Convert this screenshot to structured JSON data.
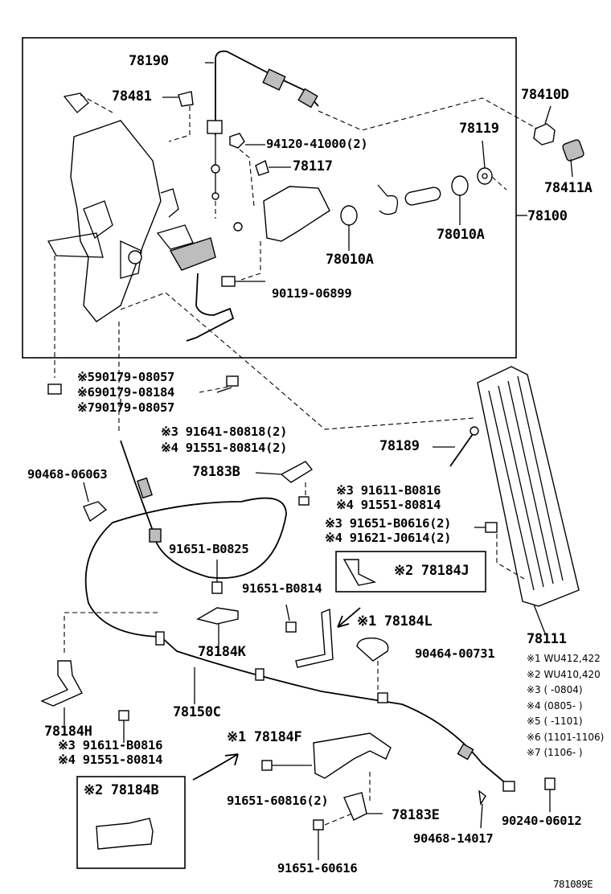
{
  "diagram_code": "781089E",
  "main_group_label": "78100",
  "labels": {
    "p78190": "78190",
    "p78481": "78481",
    "p94120": "94120-41000(2)",
    "p78117": "78117",
    "p78410D": "78410D",
    "p78119": "78119",
    "p78411A": "78411A",
    "p78010A_r": "78010A",
    "p78010A_l": "78010A",
    "p90119": "90119-06899",
    "p90179_5": "※590179-08057",
    "p90179_6": "※690179-08184",
    "p90179_7": "※790179-08057",
    "p91641": "※3 91641-80818(2)",
    "p91551a": "※4 91551-80814(2)",
    "p78189": "78189",
    "p90468a": "90468-06063",
    "p78183B": "78183B",
    "p91611a": "※3 91611-B0816",
    "p91551b": "※4 91551-80814",
    "p91651c": "※3 91651-B0616(2)",
    "p91621": "※4 91621-J0614(2)",
    "p91651a": "91651-B0825",
    "p78184J": "※2 78184J",
    "p91651b": "91651-B0814",
    "p78184L": "※1 78184L",
    "p78111": "78111",
    "p90464": "90464-00731",
    "p78184K": "78184K",
    "p78150C": "78150C",
    "p78184H": "78184H",
    "p91611b": "※3 91611-B0816",
    "p91551c": "※4 91551-80814",
    "p78184F": "※1 78184F",
    "p78184B": "※2 78184B",
    "p91651d": "91651-60816(2)",
    "p78183E": "78183E",
    "p90240": "90240-06012",
    "p90468b": "90468-14017",
    "p91651e": "91651-60616"
  },
  "notes": [
    "※1 WU412,422",
    "※2 WU410,420",
    "※3 (      -0804)",
    "※4 (0805-      )",
    "※5 (      -1101)",
    "※6 (1101-1106)",
    "※7 (1106-      )"
  ]
}
